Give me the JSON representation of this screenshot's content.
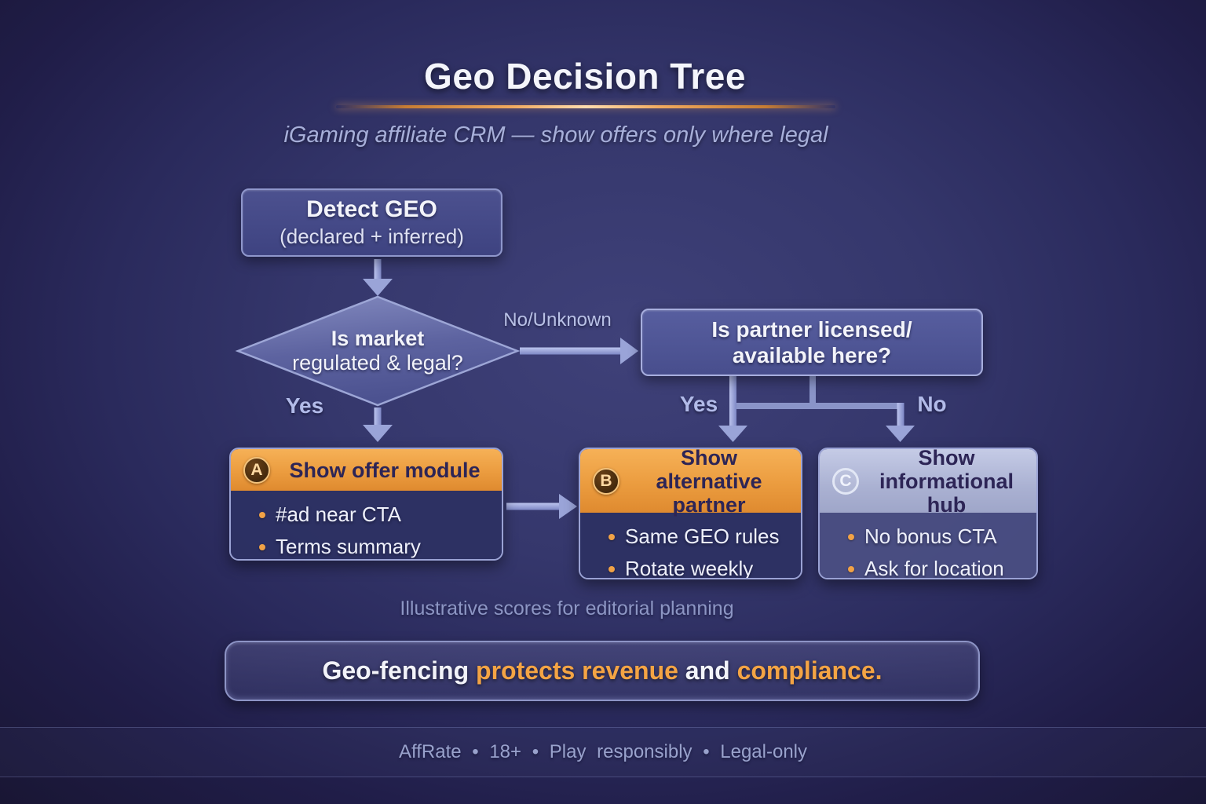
{
  "header": {
    "title": "Geo Decision Tree",
    "subtitle": "iGaming affiliate CRM — show offers only where legal"
  },
  "nodes": {
    "detect": {
      "title": "Detect GEO",
      "subtitle": "(declared + inferred)"
    },
    "market_decision": {
      "line1": "Is market",
      "line2": "regulated & legal?"
    },
    "partner_decision": {
      "line1": "Is partner licensed/",
      "line2": "available here?"
    }
  },
  "edge_labels": {
    "market_yes": "Yes",
    "market_no": "No/Unknown",
    "partner_yes": "Yes",
    "partner_no": "No"
  },
  "outcomes": {
    "a": {
      "badge": "A",
      "title": "Show offer module",
      "bullets": [
        "#ad near CTA",
        "Terms summary"
      ]
    },
    "b": {
      "badge": "B",
      "title": "Show alternative partner",
      "bullets": [
        "Same GEO rules",
        "Rotate weekly"
      ]
    },
    "c": {
      "badge": "C",
      "title": "Show informational hub",
      "bullets": [
        "No bonus CTA",
        "Ask for location"
      ]
    }
  },
  "note": "Illustrative scores for editorial planning",
  "banner": {
    "part1": "Geo-fencing ",
    "part2": "protects revenue",
    "part3": " and ",
    "part4": "compliance."
  },
  "footer": "AffRate • 18+ • Play responsibly • Legal-only",
  "colors": {
    "accent_orange": "#f2a544",
    "header_orange_top": "#f6b157",
    "header_silver": "#b8bedd",
    "arrow_blue": "#98a2d6",
    "background_center": "#3c3e75",
    "background_edge": "#1d1a3c",
    "card_body_navy": "#2d3163",
    "text_light": "#f2f3fa"
  }
}
